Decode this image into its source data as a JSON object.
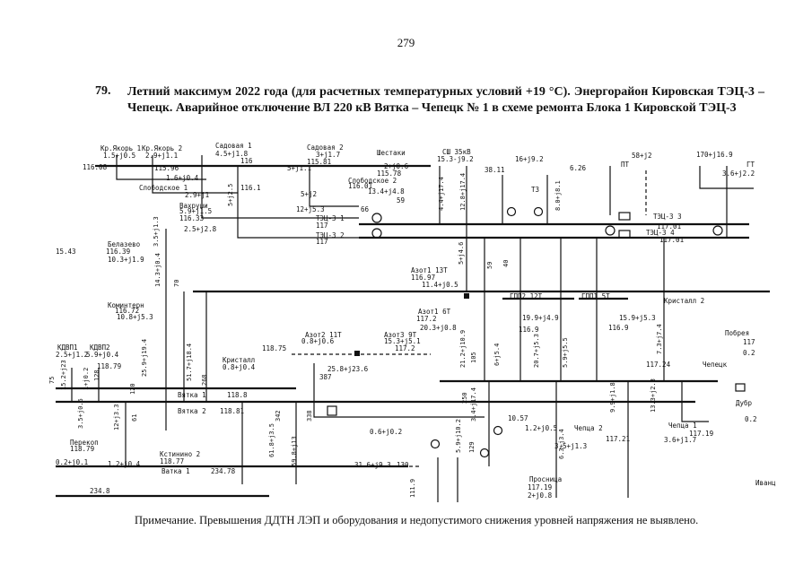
{
  "page_number": "279",
  "figure_number": "79.",
  "caption": "Летний максимум 2022 года (для расчетных температурных условий +19 °С). Энергорайон Кировская ТЭЦ-3 – Чепецк. Аварийное отключение ВЛ 220 кВ Вятка – Чепецк № 1 в схеме ремонта Блока 1 Кировской ТЭЦ-3",
  "note": "Примечание. Превышения ДДТН ЛЭП и оборудования и недопустимого снижения уровней напряжения не выявлено.",
  "scheme": {
    "nodes": [
      {
        "name": "Кр.Якорь 1",
        "flow": "1.5+j0.5",
        "voltage": "116.08"
      },
      {
        "name": "Кр.Якорь 2",
        "flow": "2.9+j1.1",
        "voltage": "115.96"
      },
      {
        "name": "Садовая 1",
        "flow": "4.5+j1.8",
        "voltage": "116"
      },
      {
        "name": "Садовая 2",
        "flow": "3+j1.7",
        "voltage": "115.81"
      },
      {
        "name": "Шестаки",
        "flow": "2+j0.6",
        "voltage": "115.78"
      },
      {
        "name": "СШ 35кВ",
        "flow": "15.3-j9.2",
        "voltage": "38.11"
      },
      {
        "name": "Слободское 1",
        "flow": "2.9+j1",
        "voltage": "116.1"
      },
      {
        "name": "Слободское 2",
        "flow": "13.4+j4.8",
        "voltage": "116.01"
      },
      {
        "name": "Вахруши",
        "flow": "5.9+j1.5",
        "voltage": "116.33"
      },
      {
        "name": "Белазево",
        "flow": "10.3+j1.9",
        "voltage": "116.39"
      },
      {
        "name": "Коминтерн",
        "flow": "10.8+j5.3",
        "voltage": "116.72"
      },
      {
        "name": "Азот1 13Т",
        "flow": "11.4+j0.5",
        "voltage": "116.97"
      },
      {
        "name": "Азот1 6Т",
        "flow": "20.3+j0.8",
        "voltage": "117.2"
      },
      {
        "name": "ГПП2 12Т",
        "flow": "19.9+j4.9",
        "voltage": "116.9"
      },
      {
        "name": "ГПП1 5Т",
        "flow": "15.9+j5.3",
        "voltage": "116.9"
      },
      {
        "name": "Азот2 11Т",
        "flow": "0.8+j0.6",
        "voltage": "118.75"
      },
      {
        "name": "Азот3 9Т",
        "flow": "15.3+j5.1",
        "voltage": "117.2"
      },
      {
        "name": "Кристалл",
        "flow": "0.8+j0.4",
        "voltage": ""
      },
      {
        "name": "Кристалл 2",
        "flow": "",
        "voltage": "117.01"
      },
      {
        "name": "КДВП1",
        "flow": "2.5+j1.2",
        "voltage": ""
      },
      {
        "name": "КДВП2",
        "flow": "5.9+j0.4",
        "voltage": "118.79"
      },
      {
        "name": "Вятка 1",
        "flow": "",
        "voltage": "118.8"
      },
      {
        "name": "Вятка 2",
        "flow": "",
        "voltage": "118.81"
      },
      {
        "name": "Перекоп",
        "flow": "0.2+j0.1",
        "voltage": "118.79"
      },
      {
        "name": "Кстинино 2",
        "flow": "1.2+j0.4",
        "voltage": "118.77"
      },
      {
        "name": "Ватка 1",
        "flow": "",
        "voltage": "234.78"
      },
      {
        "name": "Чепецк",
        "flow": "",
        "voltage": "117.24"
      },
      {
        "name": "Чепца 1",
        "flow": "3.6+j1.7",
        "voltage": "117.19"
      },
      {
        "name": "Чепца 2",
        "flow": "3.5+j1.3",
        "voltage": "117.21"
      },
      {
        "name": "Просница",
        "flow": "2+j0.8",
        "voltage": "117.19"
      },
      {
        "name": "ТЭЦ-3 1",
        "flow": "",
        "voltage": "117"
      },
      {
        "name": "ТЭЦ-3 2",
        "flow": "",
        "voltage": "117"
      },
      {
        "name": "ТЭЦ-3 3",
        "flow": "",
        "voltage": "117.01"
      },
      {
        "name": "ТЭЦ-3 4",
        "flow": "",
        "voltage": "117.01"
      },
      {
        "name": "Побрея",
        "flow": "0.2",
        "voltage": "117"
      },
      {
        "name": "Дубр",
        "flow": "",
        "voltage": "0.2"
      },
      {
        "name": "Иванц",
        "flow": "",
        "voltage": ""
      }
    ],
    "flows": [
      "5+j1.1",
      "1.6+j0.4",
      "12+j5.3",
      "2.5+j2.8",
      "5+j2",
      "66",
      "59",
      "16+j9.2",
      "6.26",
      "58+j2",
      "170+j16.9",
      "3.6+j2.2",
      "25.8+j23.6",
      "387",
      "10.57",
      "1.2+j0.5",
      "0.6+j0.2",
      "31.6+j9.3",
      "130",
      "234.8",
      "15.43",
      "Т3",
      "ПТ",
      "ГТ"
    ],
    "vertical_labels": [
      "5+j2.5",
      "4.4+j17.4",
      "12.8+j17.4",
      "8.0+j8.1",
      "5+j4.6",
      "3.5+j1.3",
      "14.3+j0.4",
      "51.7+j18.4",
      "268",
      "15.2+j23",
      "1+j0.2",
      "21.2+j10.9",
      "105",
      "6+j5.4",
      "20.7+j5.3",
      "5.9+j5.5",
      "7.3+j7.4",
      "59",
      "40",
      "250",
      "5.9+j10.2",
      "3.4+j17.4",
      "129",
      "9.9+j1.8",
      "13.3+j2.3",
      "6.3+j3.4",
      "342",
      "61.8+j3.5",
      "338",
      "12+j3.3",
      "3.5+j0.6",
      "61",
      "75",
      "128",
      "70",
      "120",
      "25.9+j19.4",
      "59.8+j13",
      "111.9"
    ]
  }
}
